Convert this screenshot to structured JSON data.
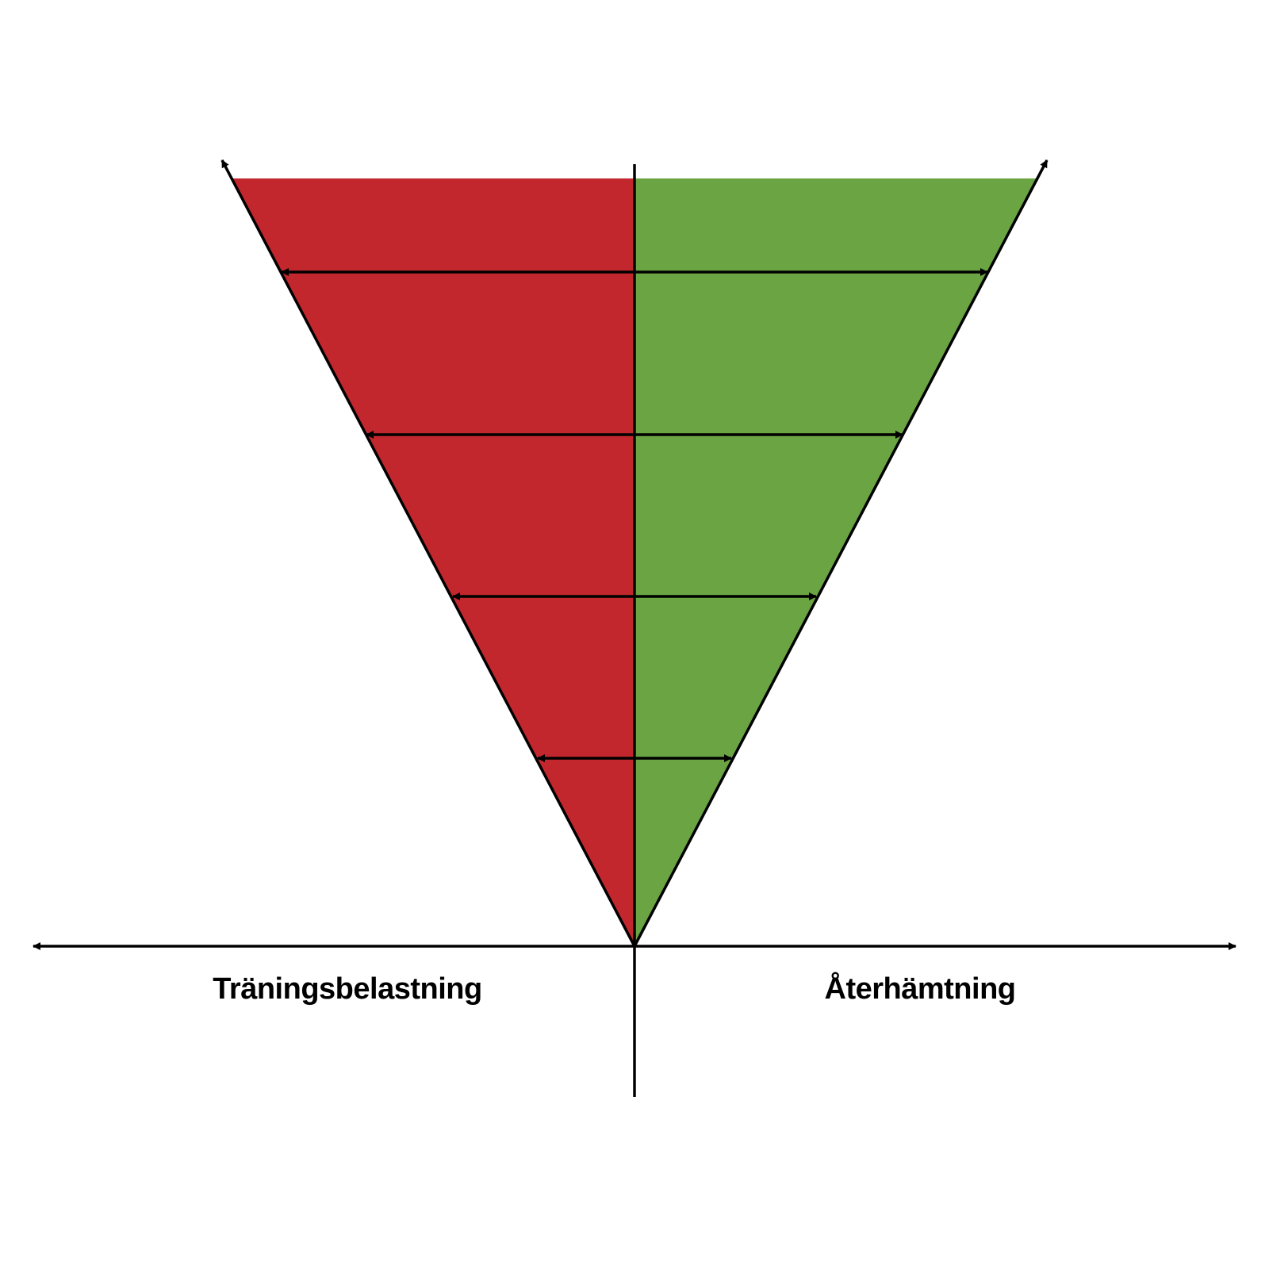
{
  "labels": {
    "left": "Träningsbelastning",
    "right": "Återhämtning"
  },
  "colors": {
    "load_fill": "#c1272d",
    "recovery_fill": "#6aa443",
    "line": "#000000",
    "background": "#ffffff"
  },
  "arrow_count": 4
}
